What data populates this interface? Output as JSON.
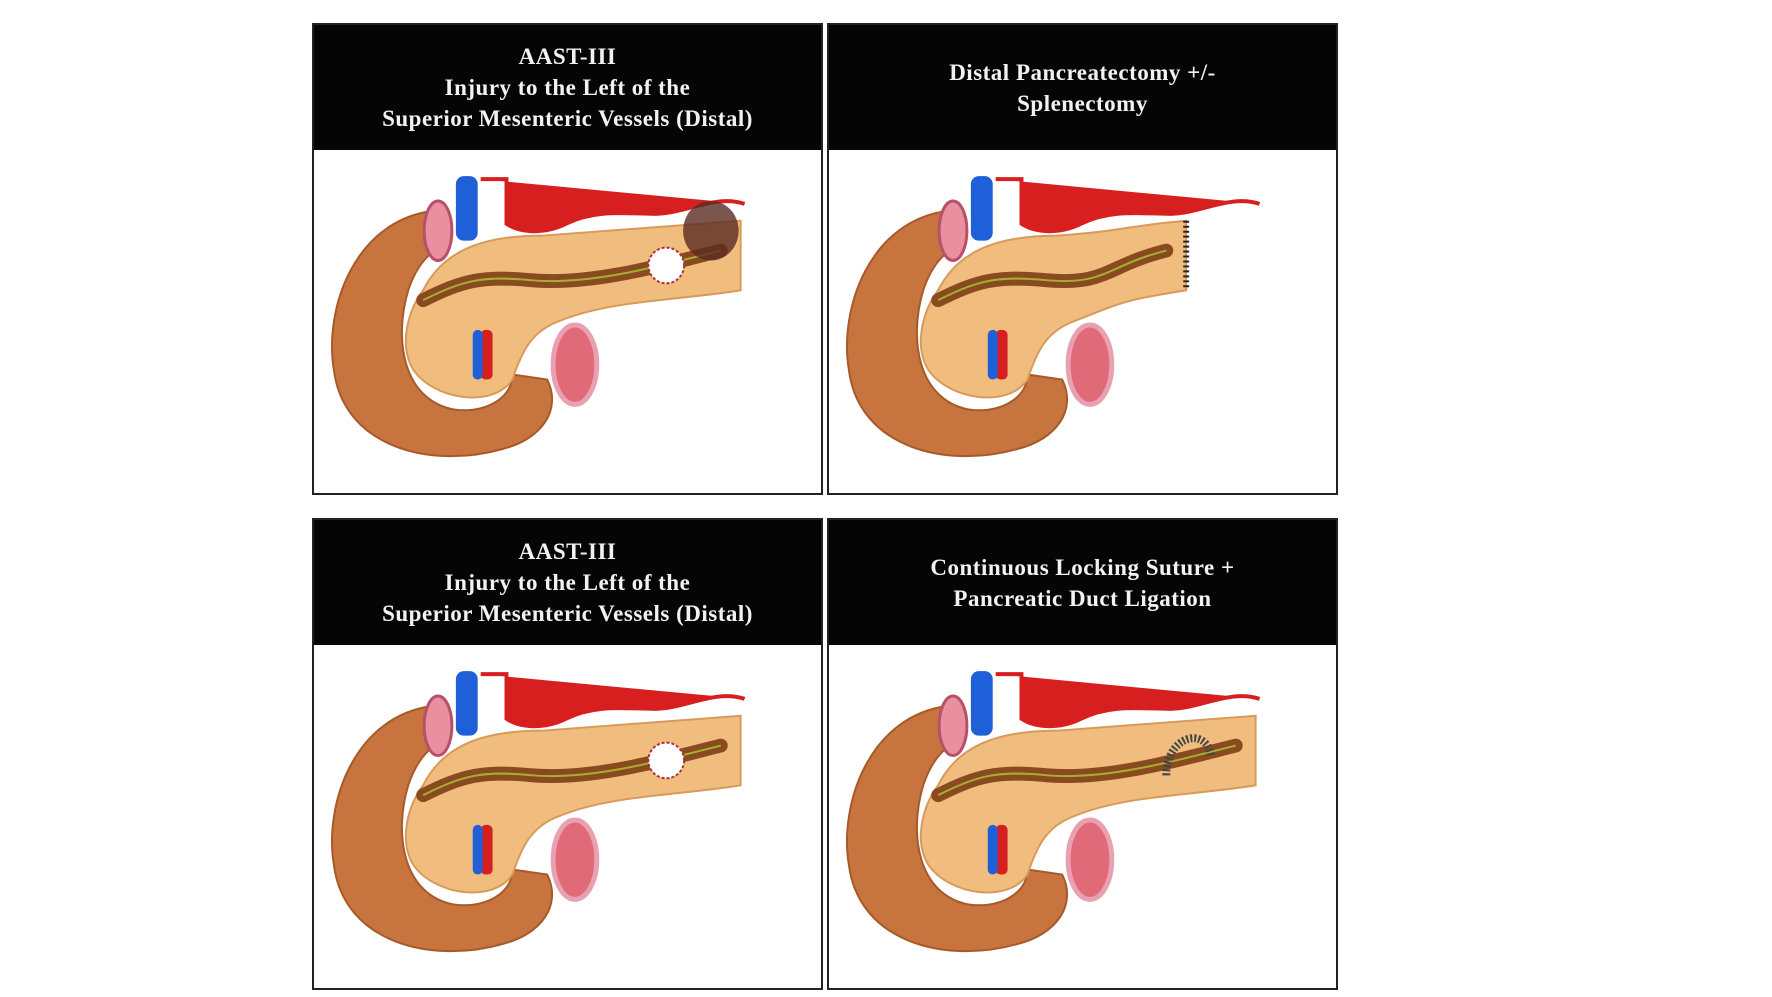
{
  "panels": [
    {
      "lines": [
        "AAST-III",
        "Injury to the Left of the",
        "Superior Mesenteric Vessels (Distal)"
      ],
      "variant": "injury-tail"
    },
    {
      "lines": [
        "Distal Pancreatectomy +/-",
        "Splenectomy"
      ],
      "variant": "resected"
    },
    {
      "lines": [
        "AAST-III",
        "Injury to the Left of the",
        "Superior Mesenteric Vessels (Distal)"
      ],
      "variant": "injury-body"
    },
    {
      "lines": [
        "Continuous Locking Suture +",
        "Pancreatic Duct Ligation"
      ],
      "variant": "sutured"
    }
  ],
  "colors": {
    "header": "#050505",
    "duodenum": "#c8743e",
    "pancreas": "#f0bd7e",
    "vein": "#1f5fd8",
    "artery": "#d71f1f",
    "duct": "#8a4a20"
  }
}
